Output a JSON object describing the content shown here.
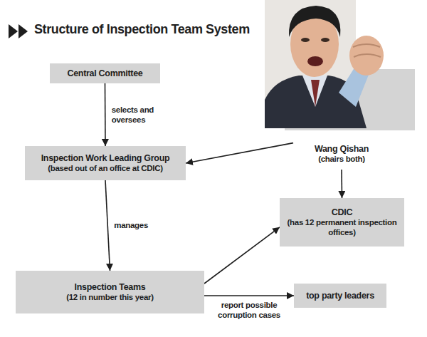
{
  "diagram": {
    "title": "Structure of Inspection Team System",
    "nodes": [
      {
        "text": [
          "Central Committee"
        ]
      },
      {
        "text": [
          "Inspection Work Leading Group",
          "(based out of an office at CDIC)"
        ]
      },
      {
        "text": [
          "Wang Qishan",
          "(chairs both)"
        ]
      },
      {
        "text": [
          "CDIC",
          "(has 12 permanent inspection offices)"
        ]
      },
      {
        "text": [
          "Inspection Teams",
          "(12 in number this year)"
        ]
      },
      {
        "text": [
          "top party leaders"
        ]
      }
    ],
    "edges": [
      {
        "from": 0,
        "to": 1,
        "arrow": "to",
        "label": "selects and oversees"
      },
      {
        "from": 1,
        "to": 4,
        "arrow": "to",
        "label": "manages"
      },
      {
        "from": 2,
        "to": 1,
        "arrow": "to"
      },
      {
        "from": 2,
        "to": 3,
        "arrow": "to"
      },
      {
        "from": 4,
        "to": 3,
        "arrow": "to"
      },
      {
        "from": 4,
        "to": 5,
        "arrow": "to",
        "label": "report possible corruption cases"
      }
    ]
  }
}
